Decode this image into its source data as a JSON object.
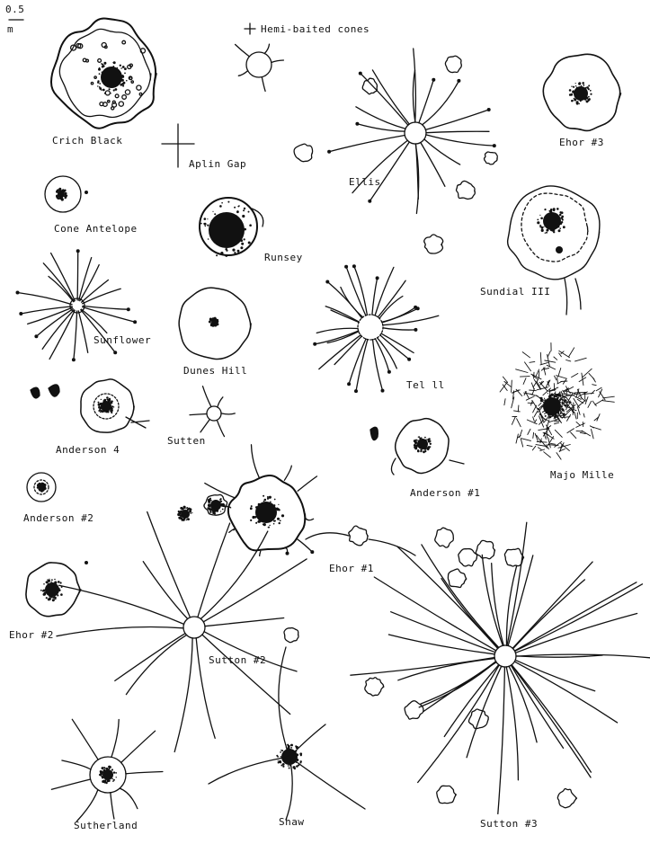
{
  "scale": {
    "top": "0.5",
    "bottom": "m"
  },
  "legend": {
    "label": "Hemi-baited cones"
  },
  "colors": {
    "ink": "#111111",
    "paper": "#ffffff"
  },
  "specimens": [
    {
      "key": "crich-black",
      "label": "Crich Black",
      "style": "rock"
    },
    {
      "key": "aplin-gap",
      "label": "Aplin Gap",
      "style": "cross"
    },
    {
      "key": "ellis",
      "label": "Ellis",
      "style": "burst"
    },
    {
      "key": "ehor-3",
      "label": "Ehor #3",
      "style": "nucleus"
    },
    {
      "key": "cone-antelope",
      "label": "Cone Antelope",
      "style": "small"
    },
    {
      "key": "runsey",
      "label": "Runsey",
      "style": "dense"
    },
    {
      "key": "sundial-iii",
      "label": "Sundial III",
      "style": "rings"
    },
    {
      "key": "sunflower",
      "label": "Sunflower",
      "style": "spiky"
    },
    {
      "key": "dunes-hill",
      "label": "Dunes Hill",
      "style": "circle"
    },
    {
      "key": "tel-ll",
      "label": "Tel ll",
      "style": "burst"
    },
    {
      "key": "anderson-4",
      "label": "Anderson 4",
      "style": "nucleus"
    },
    {
      "key": "sutten",
      "label": "Sutten",
      "style": "star"
    },
    {
      "key": "majo-mille",
      "label": "Majo Mille",
      "style": "hairy"
    },
    {
      "key": "anderson-2",
      "label": "Anderson #2",
      "style": "small"
    },
    {
      "key": "anderson-1",
      "label": "Anderson #1",
      "style": "nucleus"
    },
    {
      "key": "ehor-1",
      "label": "Ehor #1",
      "style": "clustered"
    },
    {
      "key": "ehor-2",
      "label": "Ehor #2",
      "style": "nucleus"
    },
    {
      "key": "sutton-2",
      "label": "Sutton #2",
      "style": "burst"
    },
    {
      "key": "sutton-3",
      "label": "Sutton #3",
      "style": "burst"
    },
    {
      "key": "sutherland",
      "label": "Sutherland",
      "style": "star"
    },
    {
      "key": "shaw",
      "label": "Shaw",
      "style": "tentacle"
    }
  ]
}
